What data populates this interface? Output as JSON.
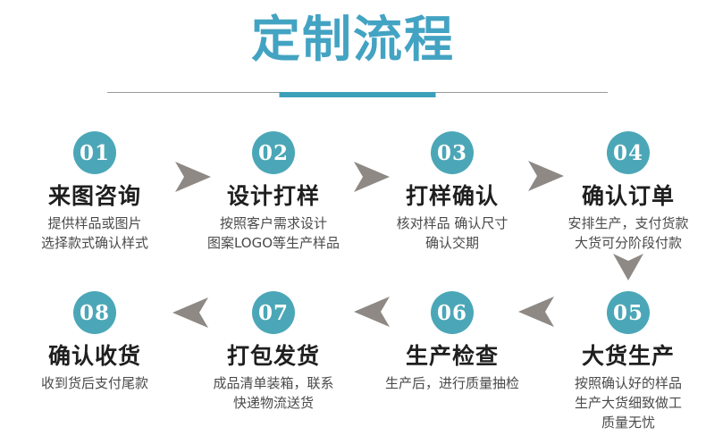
{
  "title": "定制流程",
  "colors": {
    "accent": "#43a3c2",
    "bar": "#3ba0ba",
    "circle": "#4ba7b7",
    "arrow": "#8e8984",
    "step_title": "#1f1f1f",
    "step_desc": "#4a4a4a"
  },
  "steps": [
    {
      "num": "01",
      "title": "来图咨询",
      "desc": [
        "提供样品或图片",
        "选择款式确认样式"
      ]
    },
    {
      "num": "02",
      "title": "设计打样",
      "desc": [
        "按照客户需求设计",
        "图案LOGO等生产样品"
      ]
    },
    {
      "num": "03",
      "title": "打样确认",
      "desc": [
        "核对样品 确认尺寸",
        "确认交期"
      ]
    },
    {
      "num": "04",
      "title": "确认订单",
      "desc": [
        "安排生产，支付货款",
        "大货可分阶段付款"
      ]
    },
    {
      "num": "05",
      "title": "大货生产",
      "desc": [
        "按照确认好的样品",
        "生产大货细致做工",
        "质量无忧"
      ]
    },
    {
      "num": "06",
      "title": "生产检查",
      "desc": [
        "生产后，进行质量抽检"
      ]
    },
    {
      "num": "07",
      "title": "打包发货",
      "desc": [
        "成品清单装箱，联系",
        "快递物流送货"
      ]
    },
    {
      "num": "08",
      "title": "确认收货",
      "desc": [
        "收到货后支付尾款"
      ]
    }
  ]
}
